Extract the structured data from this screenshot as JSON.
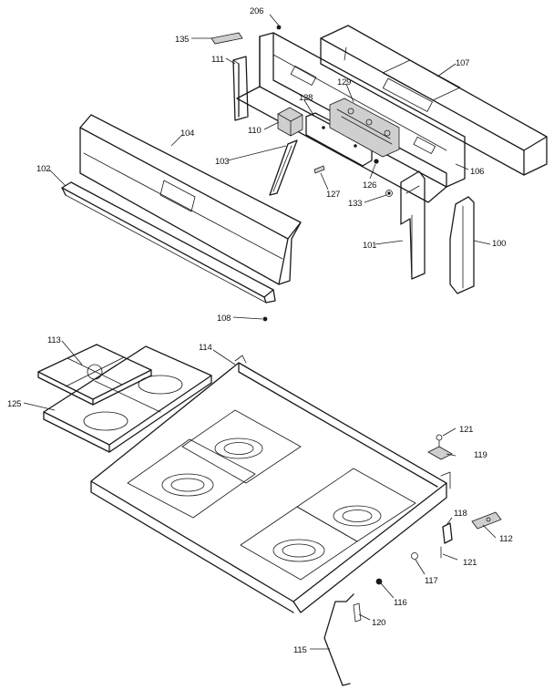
{
  "callouts": {
    "c206": "206",
    "c135": "135",
    "c111": "111",
    "c107": "107",
    "c129": "129",
    "c128": "128",
    "c110": "110",
    "c104": "104",
    "c103": "103",
    "c102": "102",
    "c126": "126",
    "c106": "106",
    "c127": "127",
    "c133": "133",
    "c101": "101",
    "c100": "100",
    "c108": "108",
    "c113": "113",
    "c114": "114",
    "c125": "125",
    "c121a": "121",
    "c119": "119",
    "c118": "118",
    "c112": "112",
    "c121b": "121",
    "c117": "117",
    "c116": "116",
    "c120": "120",
    "c115": "115"
  }
}
